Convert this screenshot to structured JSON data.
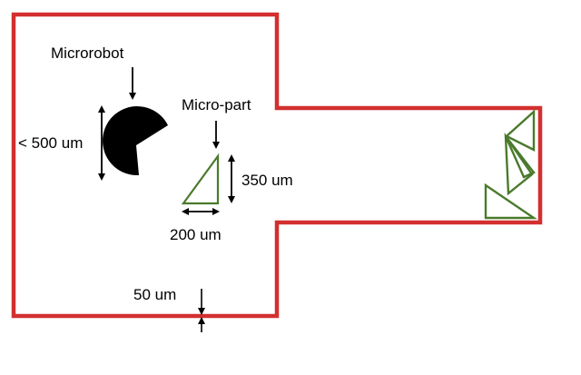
{
  "labels": {
    "microrobot": "Microrobot",
    "micro_part": "Micro-part",
    "robot_size": "< 500 um",
    "part_height": "350 um",
    "part_width": "200 um",
    "wall_thickness": "50 um"
  },
  "colors": {
    "boundary": "#d32f2f",
    "part": "#4a7a2c",
    "robot": "#000000",
    "arrow": "#000000"
  }
}
